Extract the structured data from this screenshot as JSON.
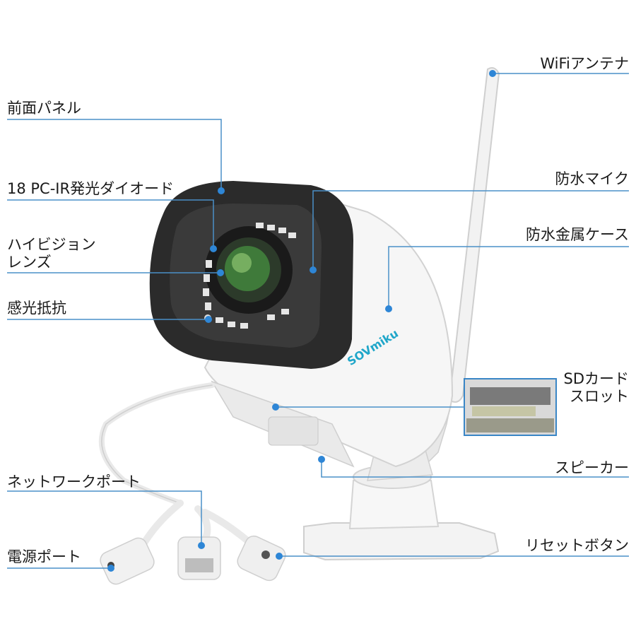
{
  "colors": {
    "leader_line": "#4a90c8",
    "dot": "#2e86d6",
    "brand": "#1fa6c9",
    "camera_front": "#2b2b2b",
    "camera_body": "#f4f4f4"
  },
  "product": {
    "brand_logo": "SOVmiku"
  },
  "callouts": {
    "left": [
      {
        "id": "front-panel",
        "lines": [
          "前面パネル"
        ]
      },
      {
        "id": "ir-led",
        "lines": [
          "18 PC-IR発光ダイオード"
        ]
      },
      {
        "id": "hd-lens",
        "lines": [
          "ハイビジョン",
          "レンズ"
        ]
      },
      {
        "id": "photoresistor",
        "lines": [
          "感光抵抗"
        ]
      },
      {
        "id": "network-port",
        "lines": [
          "ネットワークポート"
        ]
      },
      {
        "id": "power-port",
        "lines": [
          "電源ポート"
        ]
      }
    ],
    "right": [
      {
        "id": "wifi-antenna",
        "lines": [
          "WiFiアンテナ"
        ]
      },
      {
        "id": "waterproof-mic",
        "lines": [
          "防水マイク"
        ]
      },
      {
        "id": "metal-case",
        "lines": [
          "防水金属ケース"
        ]
      },
      {
        "id": "sd-slot",
        "lines": [
          "SDカード",
          "スロット"
        ]
      },
      {
        "id": "speaker",
        "lines": [
          "スピーカー"
        ]
      },
      {
        "id": "reset-button",
        "lines": [
          "リセットボタン"
        ]
      }
    ]
  }
}
